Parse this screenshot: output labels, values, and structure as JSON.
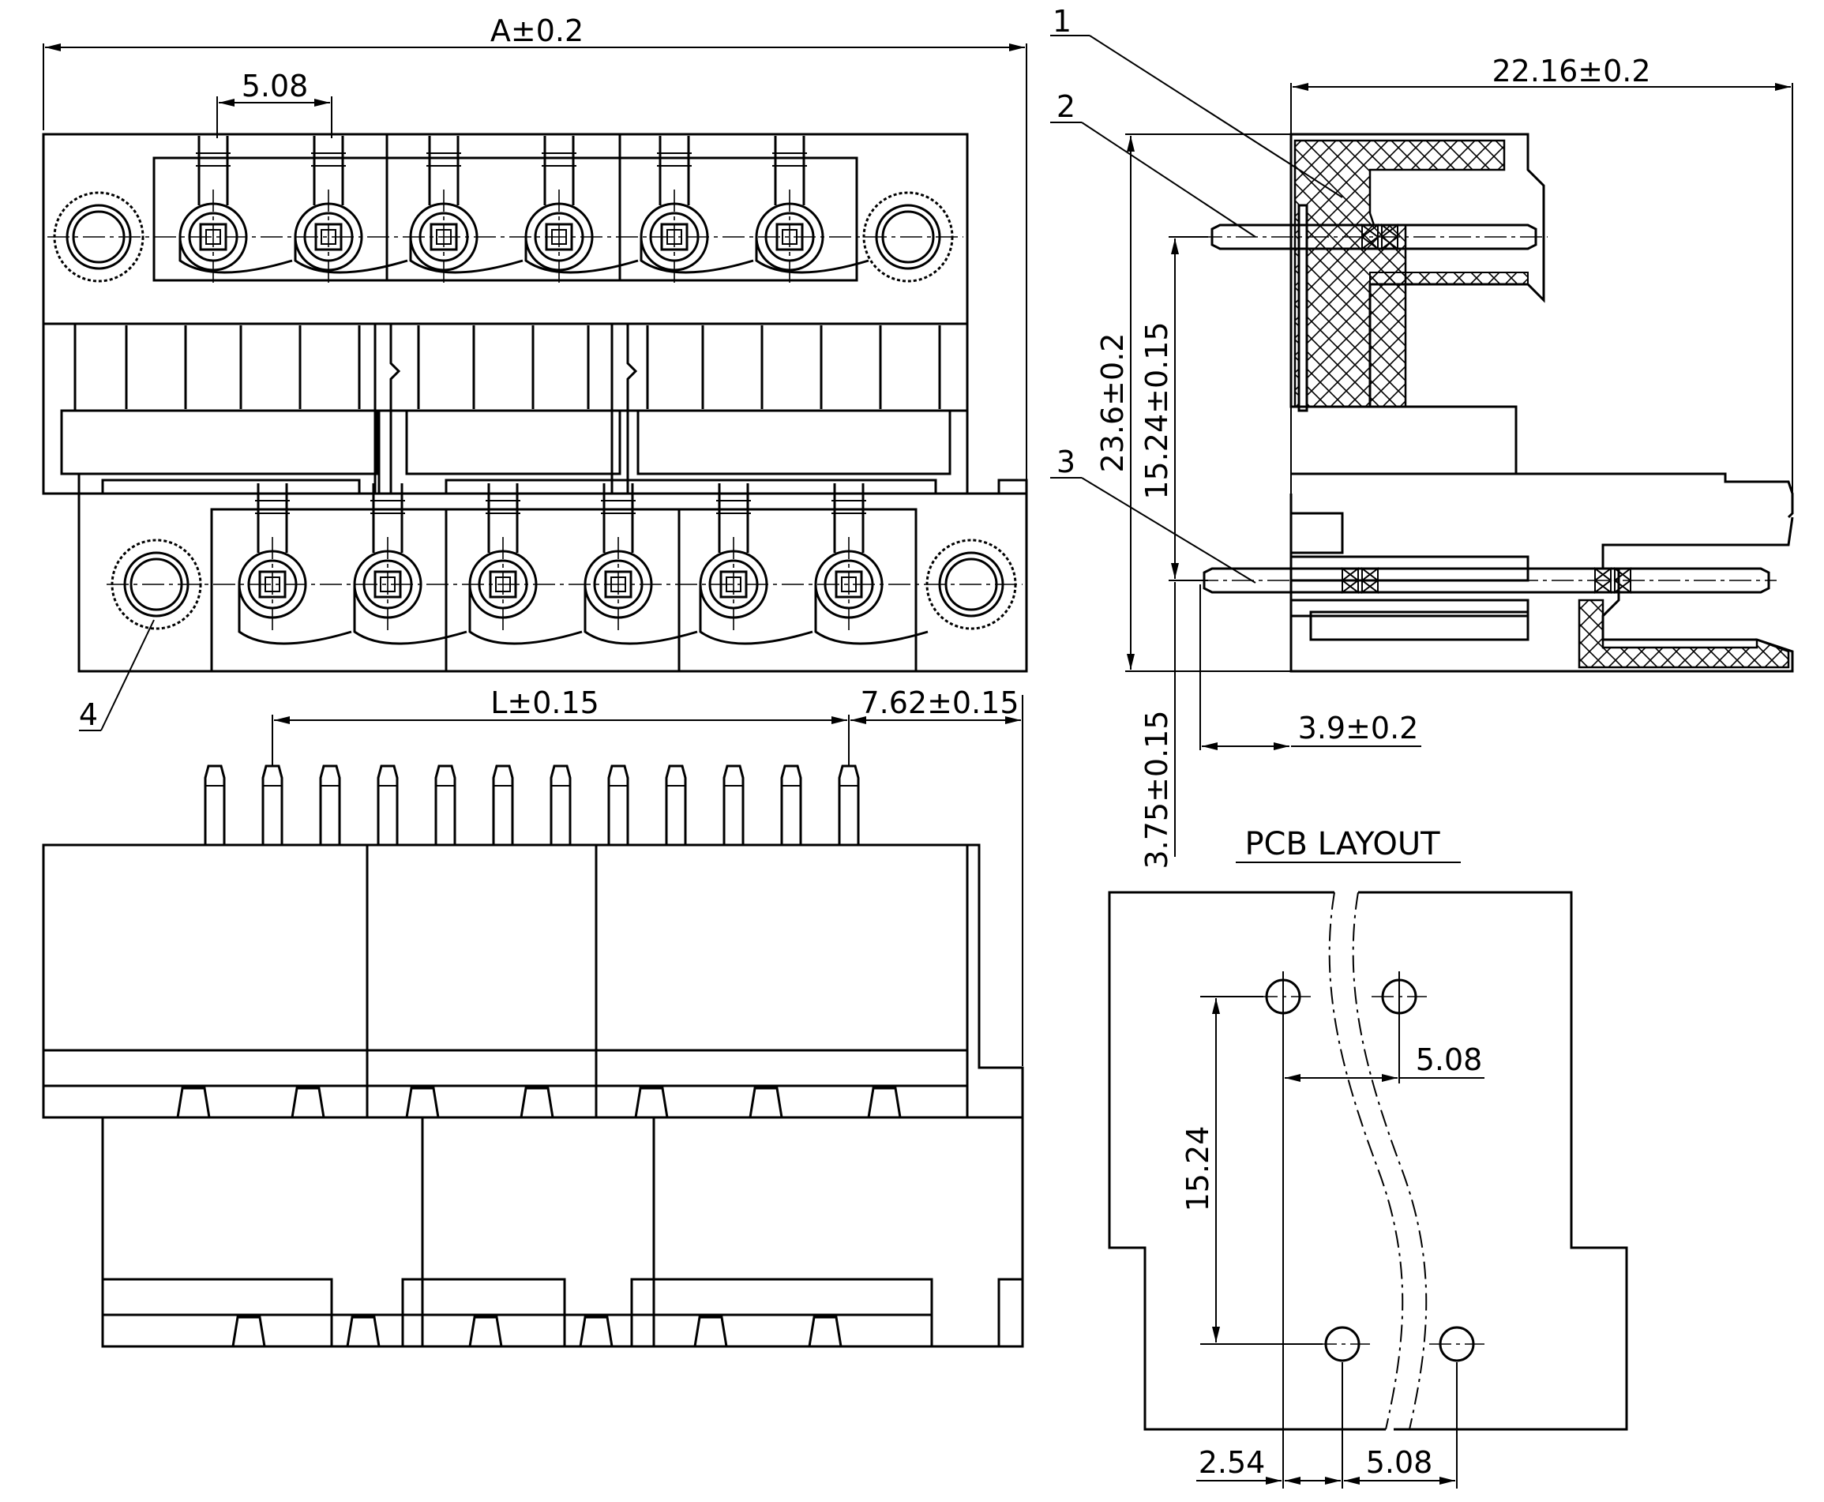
{
  "dimensions": {
    "width_total": "A±0.2",
    "pitch_top": "5.08",
    "depth": "22.16±0.2",
    "height_total": "23.6±0.2",
    "row_spacing": "15.24±0.15",
    "pin_length_offset": "L±0.15",
    "pin_end": "7.62±0.15",
    "pin_below": "3.75±0.15",
    "pin_offset": "3.9±0.2"
  },
  "callouts": {
    "c1": "1",
    "c2": "2",
    "c3": "3",
    "c4": "4"
  },
  "pcb_layout": {
    "title": "PCB   LAYOUT",
    "pitch": "5.08",
    "row_spacing": "15.24",
    "offset": "2.54",
    "pitch_bottom": "5.08"
  }
}
